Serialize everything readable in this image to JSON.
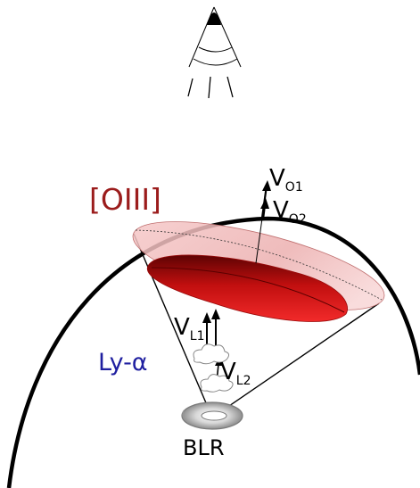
{
  "labels": {
    "oiii": "[OIII]",
    "lya": "Ly-α",
    "blr": "BLR",
    "v_o1_main": "V",
    "v_o1_sub": "O1",
    "v_o2_main": "V",
    "v_o2_sub": "O2",
    "v_l1_main": "V",
    "v_l1_sub": "L1",
    "v_l2_main": "V",
    "v_l2_sub": "L2"
  },
  "colors": {
    "oiii_text": "#9b1c1c",
    "lya_text": "#1f1fa0",
    "outflow_disk": "#e41b1b",
    "outflow_disk_dark": "#7a0606",
    "oiii_disk": "#f0b8b8",
    "sphere_outline": "#000000"
  },
  "icons": {
    "observer": "eye-icon",
    "cloud": "cloud-icon",
    "blr": "torus-icon"
  }
}
